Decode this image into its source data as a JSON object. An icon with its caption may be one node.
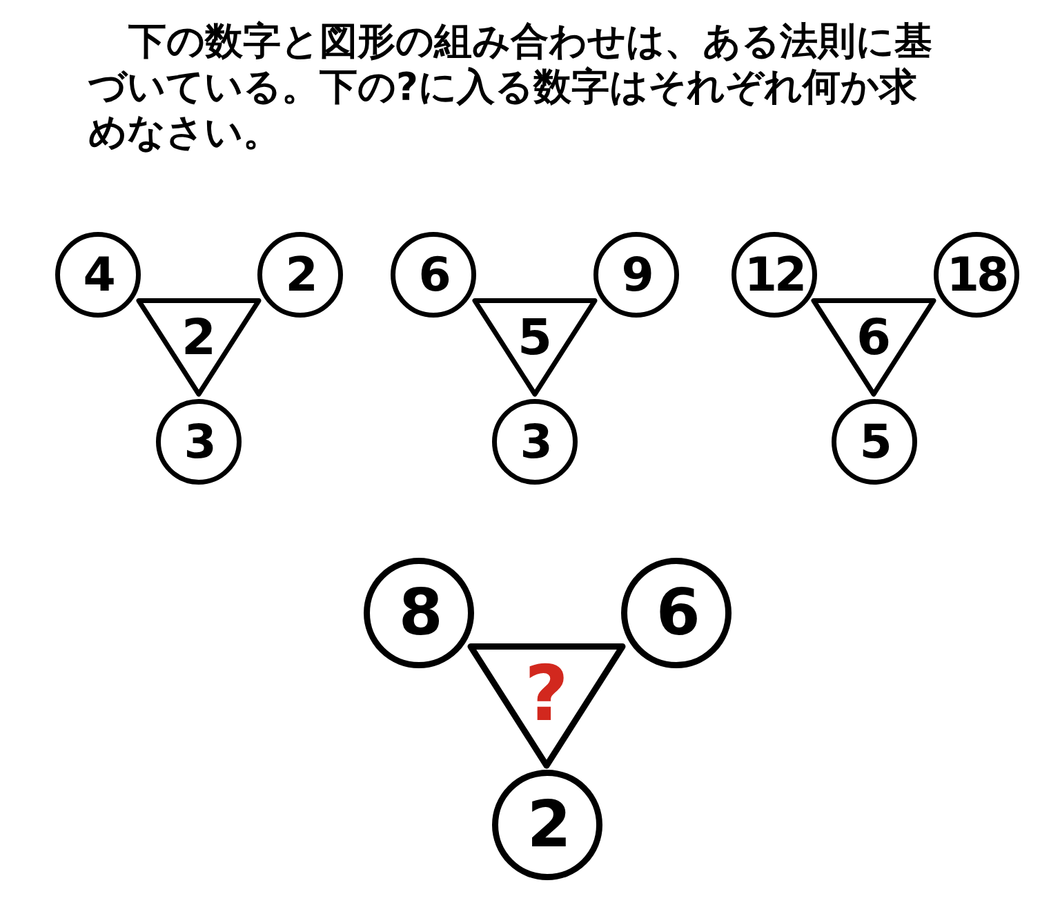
{
  "diagram": {
    "title": "下の数字と図形の組み合わせは、ある法則に基づいている。下の?に入る数字はそれぞれ何か求めなさい。",
    "nodes": [
      {
        "text": [
          "4"
        ]
      },
      {
        "text": [
          "2"
        ]
      },
      {
        "text": [
          "2"
        ]
      },
      {
        "text": [
          "3"
        ]
      },
      {
        "text": [
          "6"
        ]
      },
      {
        "text": [
          "9"
        ]
      },
      {
        "text": [
          "5"
        ]
      },
      {
        "text": [
          "3"
        ]
      },
      {
        "text": [
          "12"
        ]
      },
      {
        "text": [
          "18"
        ]
      },
      {
        "text": [
          "6"
        ]
      },
      {
        "text": [
          "5"
        ]
      },
      {
        "text": [
          "8"
        ]
      },
      {
        "text": [
          "6"
        ]
      },
      {
        "text": [
          "?"
        ]
      },
      {
        "text": [
          "2"
        ]
      }
    ]
  }
}
